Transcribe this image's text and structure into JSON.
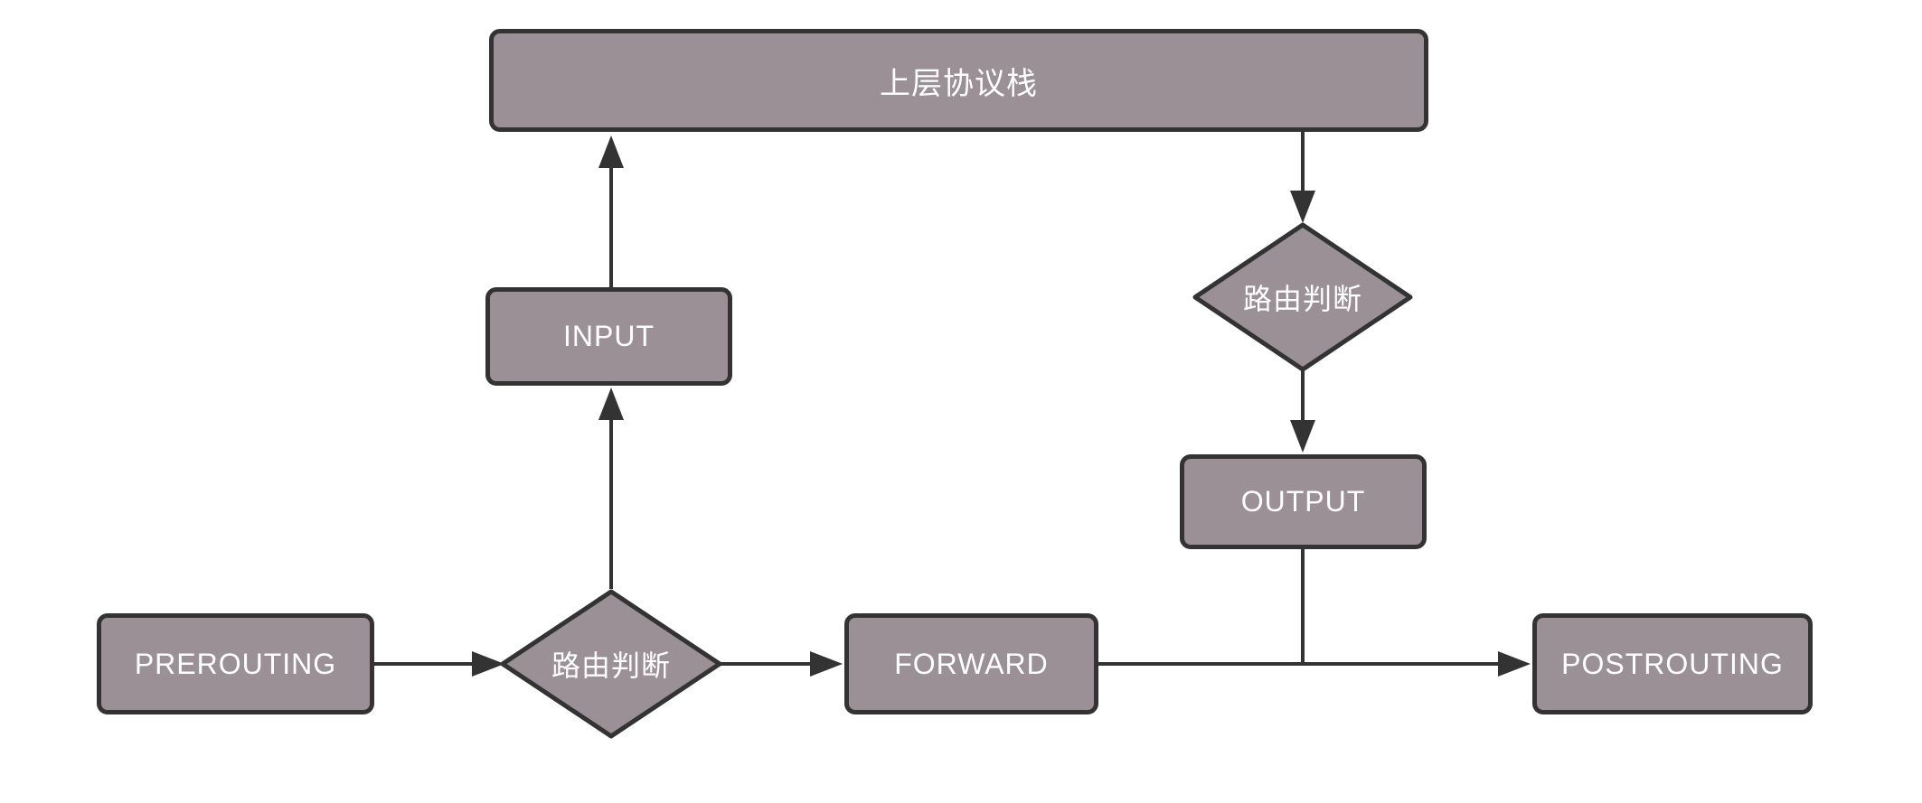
{
  "diagram": {
    "title_hint": "netfilter packet flow",
    "colors": {
      "background": "#ffffff",
      "node_fill": "#9b9095",
      "node_border": "#333333",
      "line_color": "#333333",
      "text_color": "#ffffff"
    },
    "nodes": {
      "upper_stack": {
        "label": "上层协议栈",
        "shape": "rect"
      },
      "input": {
        "label": "INPUT",
        "shape": "rect"
      },
      "routing_decision_upper": {
        "label": "路由判断",
        "shape": "diamond"
      },
      "output": {
        "label": "OUTPUT",
        "shape": "rect"
      },
      "prerouting": {
        "label": "PREROUTING",
        "shape": "rect"
      },
      "routing_decision_lower": {
        "label": "路由判断",
        "shape": "diamond"
      },
      "forward": {
        "label": "FORWARD",
        "shape": "rect"
      },
      "postrouting": {
        "label": "POSTROUTING",
        "shape": "rect"
      }
    },
    "edges": [
      {
        "from": "prerouting",
        "to": "routing_decision_lower",
        "arrow": true
      },
      {
        "from": "routing_decision_lower",
        "to": "input",
        "arrow": true
      },
      {
        "from": "input",
        "to": "upper_stack",
        "arrow": true
      },
      {
        "from": "upper_stack",
        "to": "routing_decision_upper",
        "arrow": true
      },
      {
        "from": "routing_decision_upper",
        "to": "output",
        "arrow": true
      },
      {
        "from": "routing_decision_lower",
        "to": "forward",
        "arrow": true
      },
      {
        "from": "forward",
        "to": "postrouting",
        "arrow": true
      },
      {
        "from": "output",
        "to": "forward-postrouting-line",
        "arrow": false
      }
    ]
  }
}
